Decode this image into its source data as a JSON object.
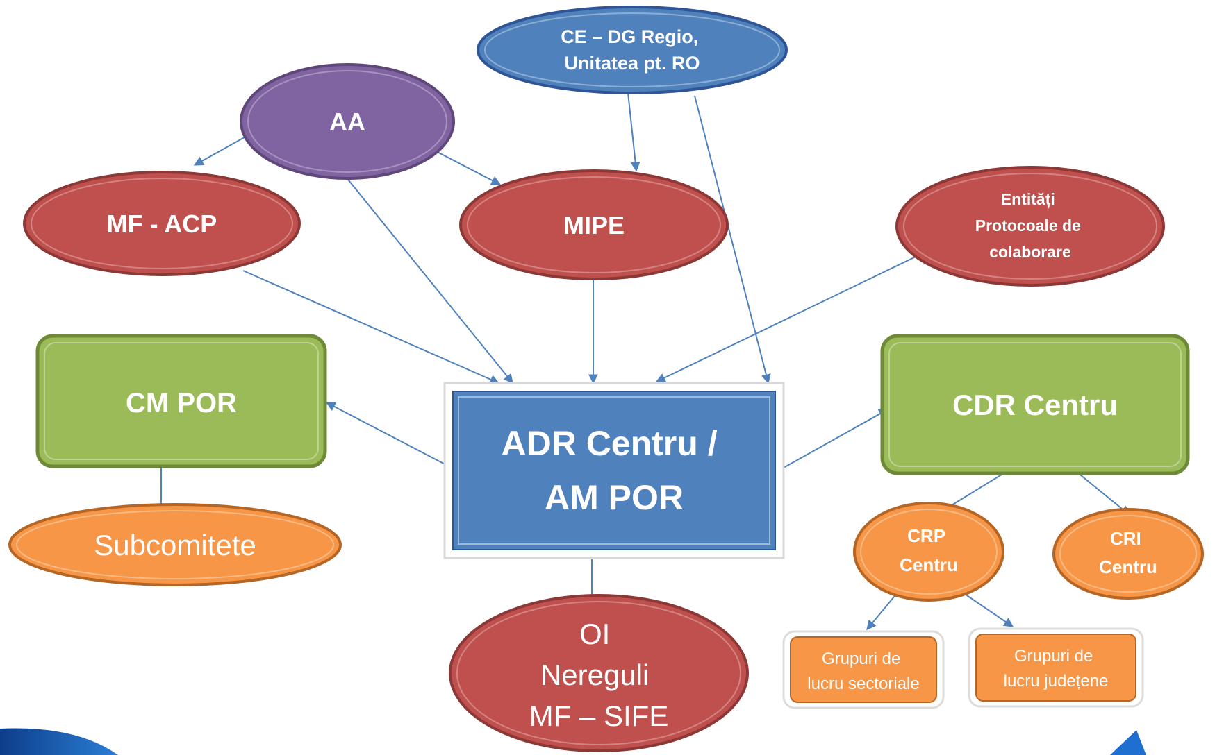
{
  "nodes": {
    "ce_dg_regio": {
      "lines": [
        "CE – DG Regio,",
        "Unitatea pt. RO"
      ],
      "color": "#4F81BD"
    },
    "aa": {
      "lines": [
        "AA"
      ],
      "color": "#8064A2"
    },
    "mf_acp": {
      "lines": [
        "MF - ACP"
      ],
      "color": "#C0504D"
    },
    "mipe": {
      "lines": [
        "MIPE"
      ],
      "color": "#C0504D"
    },
    "entitati": {
      "lines": [
        "Entități",
        "Protocoale de",
        "colaborare"
      ],
      "color": "#C0504D"
    },
    "cm_por": {
      "lines": [
        "CM POR"
      ],
      "color": "#9BBB59"
    },
    "adr_centru": {
      "lines": [
        "ADR Centru /",
        "AM POR"
      ],
      "color": "#4F81BD"
    },
    "cdr_centru": {
      "lines": [
        "CDR Centru"
      ],
      "color": "#9BBB59"
    },
    "subcomitete": {
      "lines": [
        "Subcomitete"
      ],
      "color": "#F79646"
    },
    "crp_centru": {
      "lines": [
        "CRP",
        "Centru"
      ],
      "color": "#F79646"
    },
    "cri_centru": {
      "lines": [
        "CRI",
        "Centru"
      ],
      "color": "#F79646"
    },
    "oi": {
      "lines": [
        "OI",
        "Nereguli",
        "MF – SIFE"
      ],
      "color": "#C0504D"
    },
    "grupuri_sectoriale": {
      "lines": [
        "Grupuri de",
        "lucru sectoriale"
      ],
      "color": "#F79646"
    },
    "grupuri_judetene": {
      "lines": [
        "Grupuri de",
        "lucru județene"
      ],
      "color": "#F79646"
    }
  },
  "edges": [
    {
      "from": "aa",
      "to": "mf_acp"
    },
    {
      "from": "aa",
      "to": "mipe"
    },
    {
      "from": "aa",
      "to": "adr_centru"
    },
    {
      "from": "ce_dg_regio",
      "to": "mipe"
    },
    {
      "from": "ce_dg_regio",
      "to": "adr_centru"
    },
    {
      "from": "mf_acp",
      "to": "adr_centru"
    },
    {
      "from": "mipe",
      "to": "adr_centru"
    },
    {
      "from": "entitati",
      "to": "adr_centru"
    },
    {
      "from": "adr_centru",
      "to": "cm_por"
    },
    {
      "from": "adr_centru",
      "to": "cdr_centru"
    },
    {
      "from": "adr_centru",
      "to": "oi"
    },
    {
      "from": "cm_por",
      "to": "subcomitete"
    },
    {
      "from": "cdr_centru",
      "to": "crp_centru"
    },
    {
      "from": "cdr_centru",
      "to": "cri_centru"
    },
    {
      "from": "crp_centru",
      "to": "grupuri_sectoriale"
    },
    {
      "from": "crp_centru",
      "to": "grupuri_judetene"
    }
  ],
  "colors": {
    "edge": "#4F81BD",
    "text": "#ffffff"
  }
}
